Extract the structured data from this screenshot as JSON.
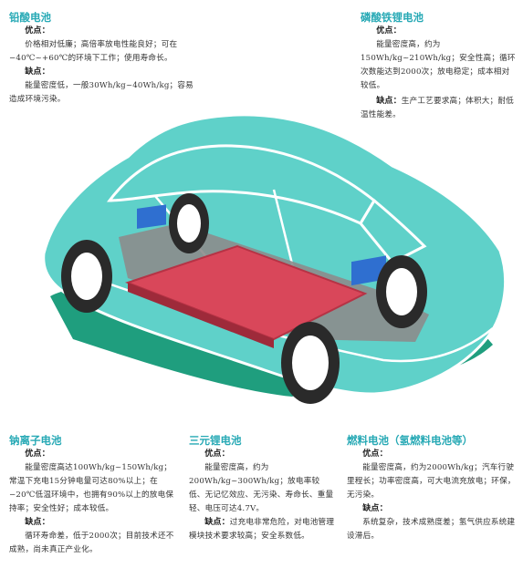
{
  "colors": {
    "title": "#27a9b5",
    "car_fill": "#5fd1c9",
    "car_outline": "#ffffff",
    "shadow": "#1f9e7e",
    "battery_pack": "#d9475a",
    "motor": "#2f6fd0",
    "tire": "#2a2a2a",
    "frame": "#8c8c8c"
  },
  "lead_acid": {
    "title": "铅酸电池",
    "pros_label": "优点：",
    "pros_text": "价格相对低廉；高倍率放电性能良好；可在−40℃~+60℃的环境下工作；使用寿命长。",
    "cons_label": "缺点：",
    "cons_text": "能量密度低，一般30Wh/kg~40Wh/kg；容易造成环境污染。"
  },
  "lifepo4": {
    "title": "磷酸铁锂电池",
    "pros_label": "优点：",
    "pros_text": "能量密度高，约为150Wh/kg~210Wh/kg；安全性高；循环次数能达到2000次；放电稳定；成本相对较低。",
    "cons_label": "缺点：",
    "cons_text": "生产工艺要求高；体积大；耐低温性能差。"
  },
  "li_ion": {
    "title": "钠离子电池",
    "pros_label": "优点：",
    "pros_text": "能量密度高达100Wh/kg~150Wh/kg；常温下充电15分钟电量可达80%以上；在−20℃低温环境中，也拥有90%以上的放电保持率；安全性好；成本较低。",
    "cons_label": "缺点：",
    "cons_text": "循环寿命差，低于2000次；目前技术还不成熟，尚未真正产业化。"
  },
  "ternary": {
    "title": "三元锂电池",
    "pros_label": "优点：",
    "pros_text": "能量密度高，约为200Wh/kg~300Wh/kg；放电率较低、无记忆效应、无污染、寿命长、重量轻、电压可达4.7V。",
    "cons_label": "缺点：",
    "cons_text": "过充电非常危险，对电池管理模块技术要求较高；安全系数低。"
  },
  "fuel_cell": {
    "title": "燃料电池（氢燃料电池等）",
    "pros_label": "优点：",
    "pros_text": "能量密度高，约为2000Wh/kg；汽车行驶里程长；功率密度高，可大电流充放电；环保，无污染。",
    "cons_label": "缺点：",
    "cons_text": "系统复杂，技术成熟度差；氢气供应系统建设滞后。"
  }
}
